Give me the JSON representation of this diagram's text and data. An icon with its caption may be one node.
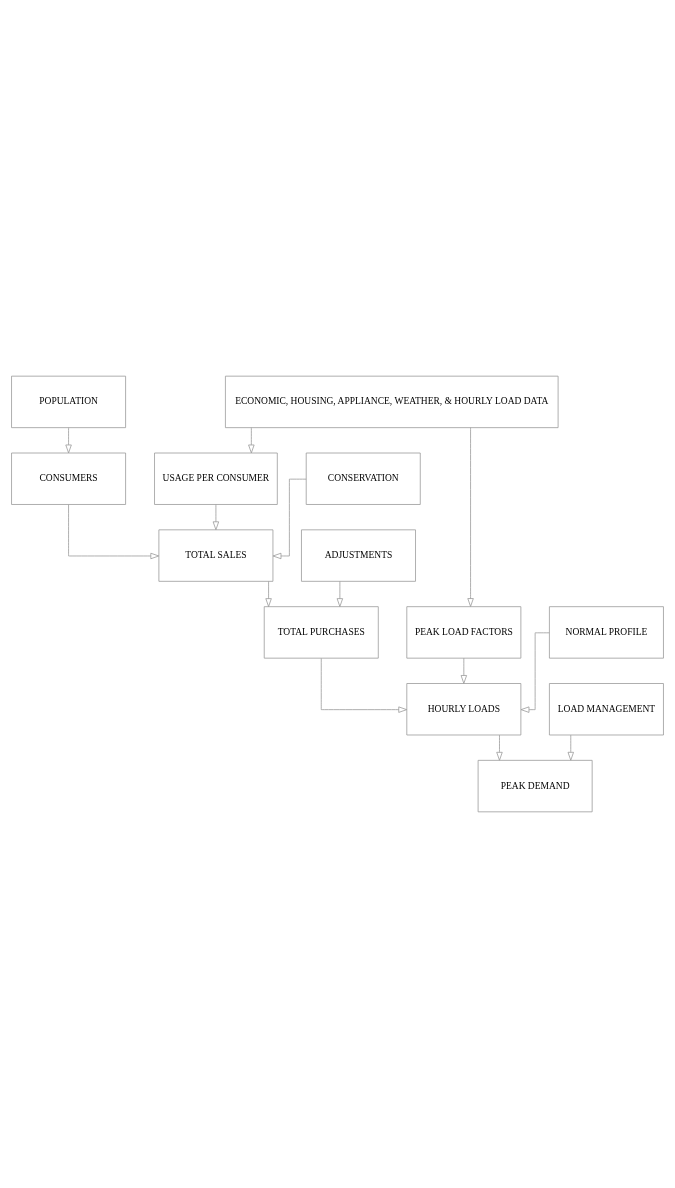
{
  "diagram": {
    "nodes": [
      {
        "text": [
          "POPULATION"
        ]
      },
      {
        "text": [
          "ECONOMIC, HOUSING, APPLIANCE, WEATHER, & HOURLY LOAD DATA"
        ]
      },
      {
        "text": [
          "CONSUMERS"
        ]
      },
      {
        "text": [
          "USAGE PER CONSUMER"
        ]
      },
      {
        "text": [
          "CONSERVATION"
        ]
      },
      {
        "text": [
          "TOTAL SALES"
        ]
      },
      {
        "text": [
          "ADJUSTMENTS"
        ]
      },
      {
        "text": [
          "TOTAL PURCHASES"
        ]
      },
      {
        "text": [
          "PEAK LOAD FACTORS"
        ]
      },
      {
        "text": [
          "NORMAL PROFILE"
        ]
      },
      {
        "text": [
          "HOURLY LOADS"
        ]
      },
      {
        "text": [
          "LOAD MANAGEMENT"
        ]
      },
      {
        "text": [
          "PEAK DEMAND"
        ]
      }
    ],
    "edges": [
      {
        "from": 0,
        "to": 2,
        "arrow": "to"
      },
      {
        "from": 1,
        "to": 3,
        "arrow": "to"
      },
      {
        "from": 1,
        "to": 8,
        "arrow": "to"
      },
      {
        "from": 2,
        "to": 5,
        "arrow": "to"
      },
      {
        "from": 3,
        "to": 5,
        "arrow": "to"
      },
      {
        "from": 4,
        "to": 5,
        "arrow": "to"
      },
      {
        "from": 5,
        "to": 7,
        "arrow": "to"
      },
      {
        "from": 6,
        "to": 7,
        "arrow": "to"
      },
      {
        "from": 7,
        "to": 10,
        "arrow": "to"
      },
      {
        "from": 8,
        "to": 10,
        "arrow": "to"
      },
      {
        "from": 9,
        "to": 10,
        "arrow": "to"
      },
      {
        "from": 10,
        "to": 12,
        "arrow": "to"
      },
      {
        "from": 11,
        "to": 12,
        "arrow": "to"
      }
    ]
  }
}
